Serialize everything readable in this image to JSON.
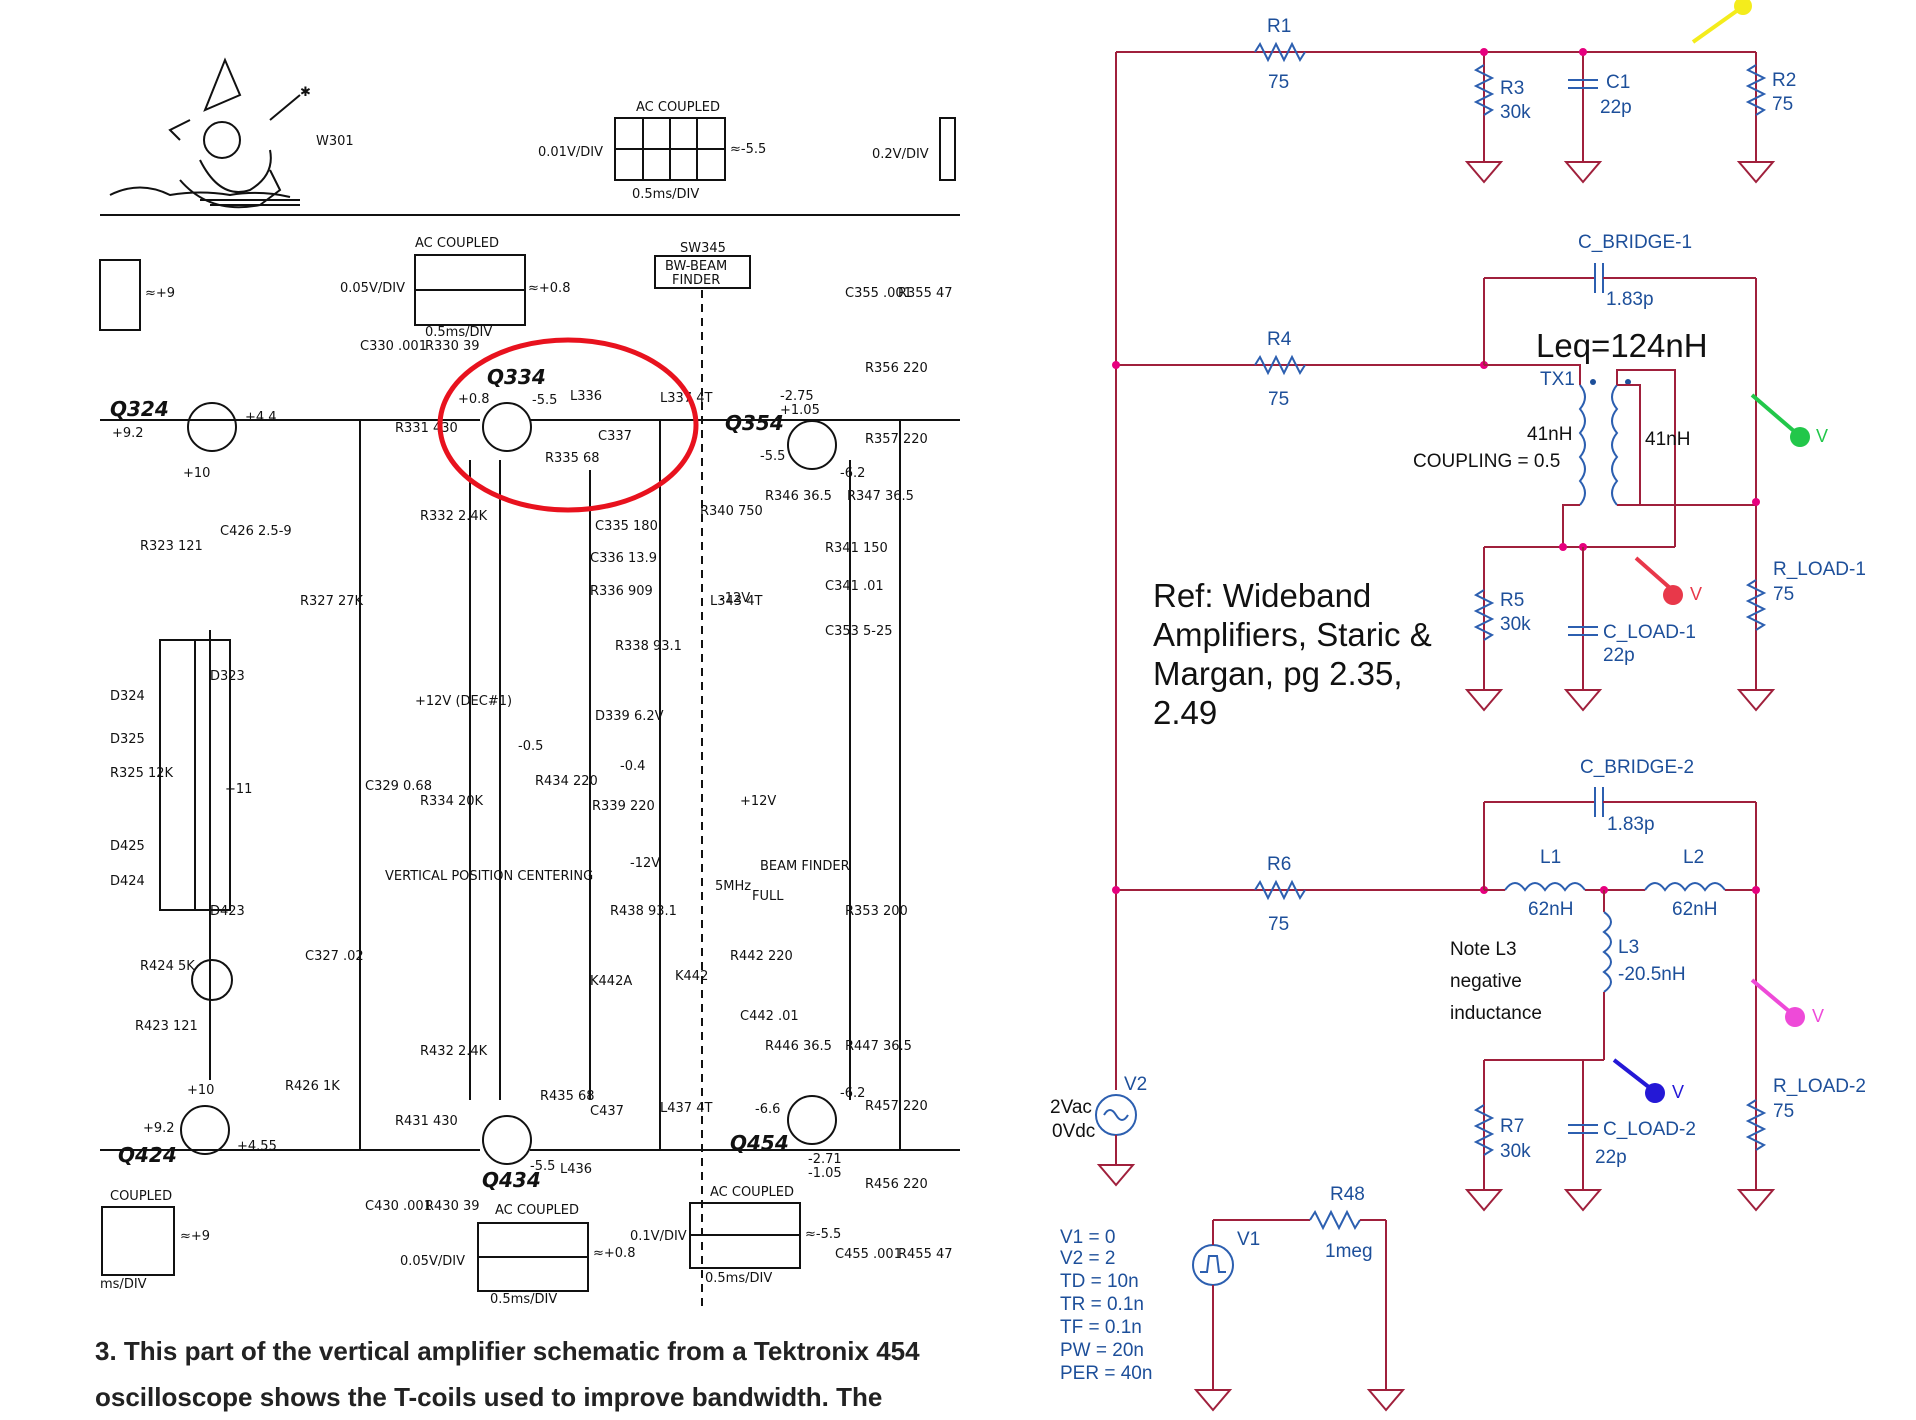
{
  "tek_schematic": {
    "title_left": "W301",
    "transistors": [
      "Q324",
      "Q334",
      "Q354",
      "Q424",
      "Q434",
      "Q454"
    ],
    "switch_label": "SW345",
    "switch_name": [
      "BW-BEAM",
      "FINDER"
    ],
    "scope_labels": {
      "top_scope_vdiv": "0.01V/DIV",
      "top_scope_mode": "AC COUPLED",
      "top_scope_value": "≈-5.5",
      "top_scope_time": "0.5ms/DIV",
      "right_top_vdiv": "0.2V/DIV",
      "mid_scope_vdiv": "0.05V/DIV",
      "mid_scope_mode": "AC COUPLED",
      "mid_scope_value": "≈+0.8",
      "mid_scope_time": "0.5ms/DIV",
      "left_scope_value": "≈+9",
      "bot_scope_mode": "AC COUPLED",
      "bot_scope_vdiv": "0.05V/DIV",
      "bot_scope_value": "≈+0.8",
      "bot_scope_time": "0.5ms/DIV",
      "bot2_scope_vdiv": "0.1V/DIV",
      "bot2_scope_value": "≈-5.5",
      "bot2_scope_time": "0.5ms/DIV",
      "bot_left_mode": "COUPLED",
      "bot_left_value": "≈+9",
      "bot_left_time": "ms/DIV"
    },
    "parts": [
      "C330 .001",
      "R330 39",
      "R331 430",
      "R332 2.4K",
      "L336",
      "L337 4T",
      "C337",
      "R335 68",
      "R323 121",
      "C426 2.5-9",
      "R327 27K",
      "D323",
      "D324",
      "D325",
      "R325 12K",
      "D425",
      "D424",
      "D423",
      "R424 5K",
      "R423 121",
      "R426 1K",
      "C327 .02",
      "C329 0.68",
      "R334 20K",
      "+12V (DEC#1)",
      "R434 220",
      "VERTICAL POSITION CENTERING",
      "R432 2.4K",
      "R431 430",
      "C430 .001",
      "R430 39",
      "R435 68",
      "C437",
      "L437 4T",
      "L436",
      "C335 180",
      "C336 13.9",
      "R336 909",
      "R338 93.1",
      "D339 6.2V",
      "R339 220",
      "R438 93.1",
      "K442A",
      "K442",
      "R442 220",
      "C442 .01",
      "R340 750",
      "R341 150",
      "C341 .01",
      "L343 4T",
      "C353 5-25",
      "R346 36.5",
      "R347 36.5",
      "C355 .001",
      "R355 47",
      "R356 220",
      "R357 220",
      "R353 200",
      "R446 36.5",
      "R447 36.5",
      "R457 220",
      "R456 220",
      "C455 .001",
      "R455 47",
      "5MHz",
      "FULL",
      "BEAM FINDER"
    ],
    "voltages": [
      "+9.2",
      "+4.4",
      "+10",
      "+0.8",
      "-5.5",
      "-2.75",
      "+1.05",
      "-5.5",
      "-6.2",
      "-12V",
      "-0.5",
      "-0.4",
      "-12V",
      "+12V",
      "+11",
      "+10",
      "+9.2",
      "+4.55",
      "-5.5",
      "-6.6",
      "-2.71",
      "-1.05",
      "-6.2"
    ]
  },
  "caption_lines": [
    "3. This part of the vertical amplifier schematic from a Tektronix 454",
    "oscilloscope shows the T-coils used to improve bandwidth. The"
  ],
  "sim": {
    "R1": {
      "name": "R1",
      "value": "75"
    },
    "R2": {
      "name": "R2",
      "value": "75"
    },
    "R3": {
      "name": "R3",
      "value": "30k"
    },
    "C1": {
      "name": "C1",
      "value": "22p"
    },
    "C_BRIDGE_1": {
      "name": "C_BRIDGE-1",
      "value": "1.83p"
    },
    "R4": {
      "name": "R4",
      "value": "75"
    },
    "Leq": "Leq=124nH",
    "TX1": {
      "name": "TX1",
      "left": "41nH",
      "right": "41nH",
      "coupling": "COUPLING = 0.5"
    },
    "R5": {
      "name": "R5",
      "value": "30k"
    },
    "C_LOAD_1": {
      "name": "C_LOAD-1",
      "value": "22p"
    },
    "R_LOAD_1": {
      "name": "R_LOAD-1",
      "value": "75"
    },
    "ref_text": [
      "Ref: Wideband",
      "Amplifiers, Staric &",
      "Margan, pg 2.35,",
      "2.49"
    ],
    "C_BRIDGE_2": {
      "name": "C_BRIDGE-2",
      "value": "1.83p"
    },
    "R6": {
      "name": "R6",
      "value": "75"
    },
    "L1": {
      "name": "L1",
      "value": "62nH"
    },
    "L2": {
      "name": "L2",
      "value": "62nH"
    },
    "L3": {
      "name": "L3",
      "value": "-20.5nH"
    },
    "note_text": [
      "Note L3",
      "negative",
      "inductance"
    ],
    "V2": {
      "name": "V2",
      "ac": "2Vac",
      "dc": "0Vdc"
    },
    "R7": {
      "name": "R7",
      "value": "30k"
    },
    "C_LOAD_2": {
      "name": "C_LOAD-2",
      "value": "22p"
    },
    "R_LOAD_2": {
      "name": "R_LOAD-2",
      "value": "75"
    },
    "R48": {
      "name": "R48",
      "value": "1meg"
    },
    "V1": {
      "name": "V1"
    },
    "pulse_params": [
      "V1 = 0",
      "V2 = 2",
      "TD = 10n",
      "TR = 0.1n",
      "TF = 0.1n",
      "PW = 20n",
      "PER = 40n"
    ],
    "probe_label": "V",
    "colors": {
      "wire": "#a0203c",
      "component": "#2c5fb0",
      "label": "#1d4f9a",
      "node": "#e6007e",
      "probe_yellow": "#f4ec1c",
      "probe_green": "#22c74a",
      "probe_red": "#e8384a",
      "probe_magenta": "#ee4ad8",
      "probe_blue": "#2418d6",
      "highlight_circle": "#e8121e"
    }
  }
}
